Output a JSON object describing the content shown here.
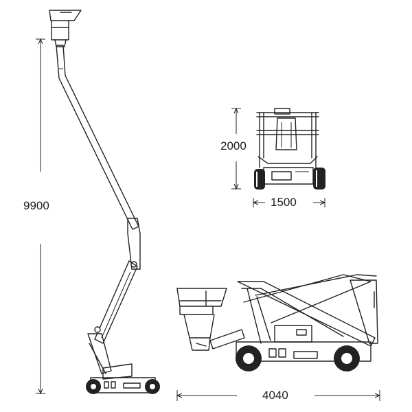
{
  "dimensions": {
    "max_height": "9900",
    "stowed_height": "2000",
    "width": "1500",
    "length": "4040"
  },
  "views": [
    "extended-side-view",
    "front-view",
    "stowed-side-view"
  ]
}
